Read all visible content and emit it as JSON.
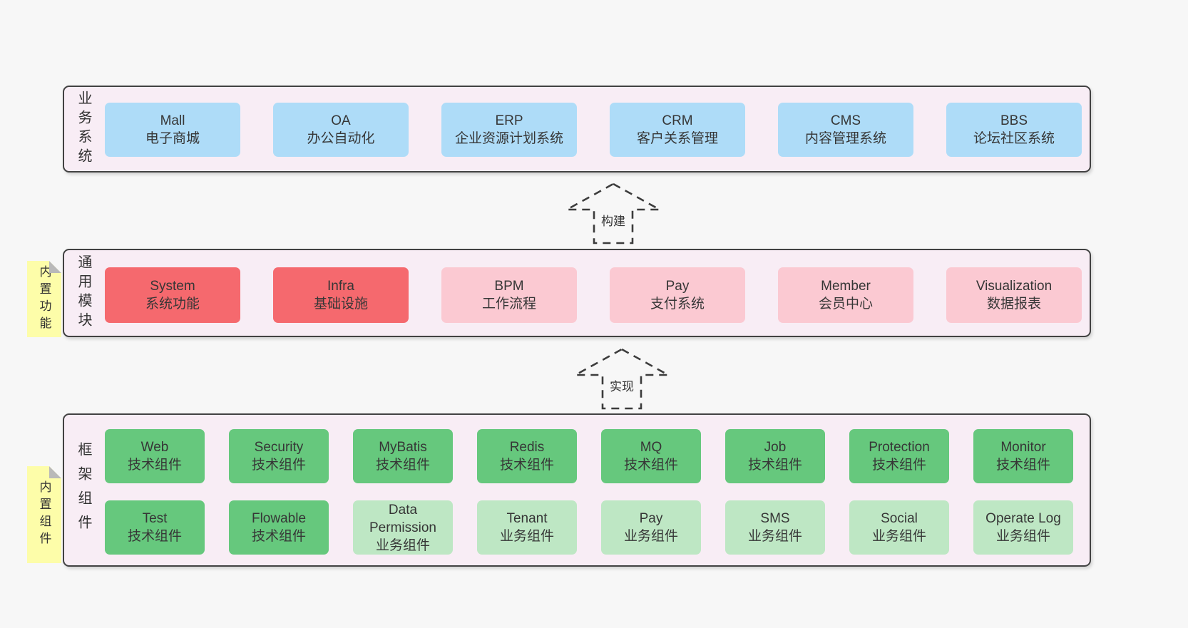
{
  "palette": {
    "blue": "#aedcf8",
    "red": "#f5696e",
    "pink": "#fbc9d2",
    "green": "#66c87d",
    "lightGreen": "#bee7c4",
    "layerFill": "#f8edf5",
    "sticky": "#fdfda9",
    "pageBg": "#f7f7f7",
    "text": "#363636"
  },
  "arrows": [
    {
      "label": "构建"
    },
    {
      "label": "实现"
    }
  ],
  "layers": [
    {
      "name": "business-systems",
      "label": "业务系统",
      "boxes": [
        {
          "title": "Mall",
          "subtitle": "电子商城",
          "color": "blue"
        },
        {
          "title": "OA",
          "subtitle": "办公自动化",
          "color": "blue"
        },
        {
          "title": "ERP",
          "subtitle": "企业资源计划系统",
          "color": "blue"
        },
        {
          "title": "CRM",
          "subtitle": "客户关系管理",
          "color": "blue"
        },
        {
          "title": "CMS",
          "subtitle": "内容管理系统",
          "color": "blue"
        },
        {
          "title": "BBS",
          "subtitle": "论坛社区系统",
          "color": "blue"
        }
      ]
    },
    {
      "name": "common-modules",
      "label": "通用模块",
      "sticky": "内置功能",
      "boxes": [
        {
          "title": "System",
          "subtitle": "系统功能",
          "color": "red"
        },
        {
          "title": "Infra",
          "subtitle": "基础设施",
          "color": "red"
        },
        {
          "title": "BPM",
          "subtitle": "工作流程",
          "color": "pink"
        },
        {
          "title": "Pay",
          "subtitle": "支付系统",
          "color": "pink"
        },
        {
          "title": "Member",
          "subtitle": "会员中心",
          "color": "pink"
        },
        {
          "title": "Visualization",
          "subtitle": "数据报表",
          "color": "pink"
        }
      ]
    },
    {
      "name": "framework-components",
      "label": "框架组件",
      "sticky": "内置组件",
      "rows": [
        [
          {
            "title": "Web",
            "subtitle": "技术组件",
            "color": "green"
          },
          {
            "title": "Security",
            "subtitle": "技术组件",
            "color": "green"
          },
          {
            "title": "MyBatis",
            "subtitle": "技术组件",
            "color": "green"
          },
          {
            "title": "Redis",
            "subtitle": "技术组件",
            "color": "green"
          },
          {
            "title": "MQ",
            "subtitle": "技术组件",
            "color": "green"
          },
          {
            "title": "Job",
            "subtitle": "技术组件",
            "color": "green"
          },
          {
            "title": "Protection",
            "subtitle": "技术组件",
            "color": "green"
          },
          {
            "title": "Monitor",
            "subtitle": "技术组件",
            "color": "green"
          }
        ],
        [
          {
            "title": "Test",
            "subtitle": "技术组件",
            "color": "green"
          },
          {
            "title": "Flowable",
            "subtitle": "技术组件",
            "color": "green"
          },
          {
            "title": "Data Permission",
            "subtitle": "业务组件",
            "color": "lightGreen"
          },
          {
            "title": "Tenant",
            "subtitle": "业务组件",
            "color": "lightGreen"
          },
          {
            "title": "Pay",
            "subtitle": "业务组件",
            "color": "lightGreen"
          },
          {
            "title": "SMS",
            "subtitle": "业务组件",
            "color": "lightGreen"
          },
          {
            "title": "Social",
            "subtitle": "业务组件",
            "color": "lightGreen"
          },
          {
            "title": "Operate Log",
            "subtitle": "业务组件",
            "color": "lightGreen"
          }
        ]
      ]
    }
  ]
}
